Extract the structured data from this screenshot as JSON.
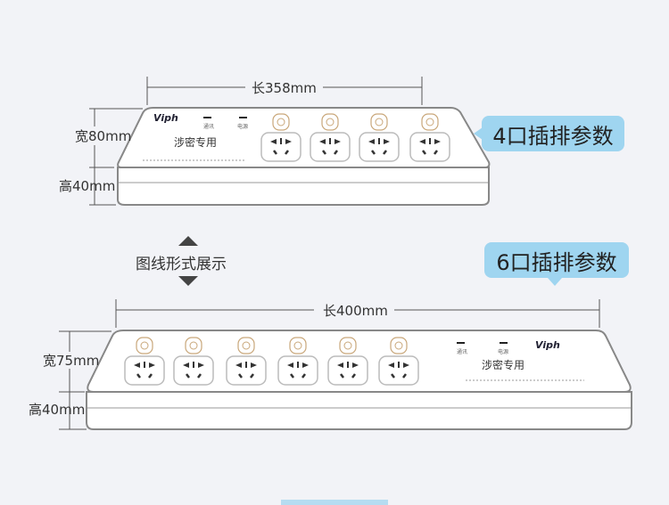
{
  "top_product": {
    "badge": "4口插排参数",
    "length": "长358mm",
    "width": "宽80mm",
    "height": "高40mm",
    "outlets": 4,
    "panel_title": "涉密专用",
    "indicator_1": "通讯",
    "indicator_2": "电源",
    "brand_logo": "logo"
  },
  "bottom_product": {
    "badge": "6口插排参数",
    "length": "长400mm",
    "width": "宽75mm",
    "height": "高40mm",
    "outlets": 6,
    "panel_title": "涉密专用",
    "indicator_1": "通讯",
    "indicator_2": "电源",
    "brand_logo": "logo"
  },
  "caption": "图线形式展示",
  "colors": {
    "badge": "#9fd5f0",
    "background": "#f2f3f7",
    "outline": "#8a8a8a"
  }
}
